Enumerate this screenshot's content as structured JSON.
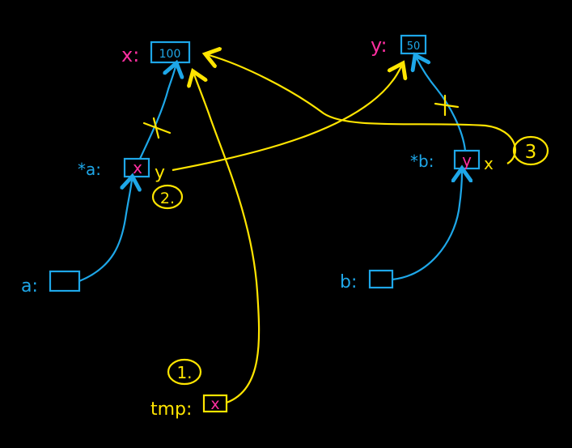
{
  "colors": {
    "background": "#000000",
    "blue": "#1ea7e8",
    "yellow": "#ffe500",
    "magenta": "#ff2fa0"
  },
  "variables": {
    "x": {
      "name": "x:",
      "value": "100"
    },
    "y": {
      "name": "y:",
      "value": "50"
    },
    "star_a": {
      "name": "*a:",
      "cell": "x",
      "annotation": "y"
    },
    "star_b": {
      "name": "*b:",
      "cell": "y",
      "annotation": "x"
    },
    "a": {
      "name": "a:"
    },
    "b": {
      "name": "b:"
    },
    "tmp": {
      "name": "tmp:",
      "cell": "x"
    }
  },
  "steps": [
    "1.",
    "2.",
    "3"
  ],
  "strike_marks": [
    "x",
    "x"
  ]
}
